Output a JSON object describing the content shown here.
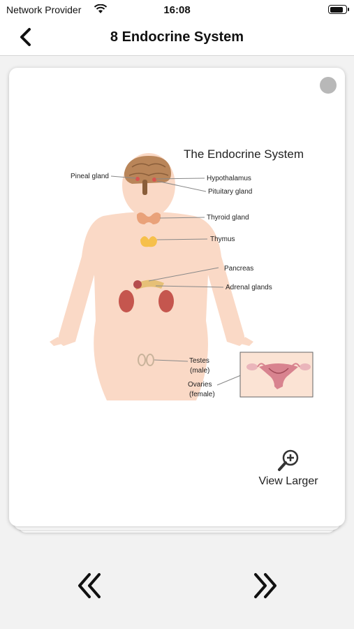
{
  "status_bar": {
    "carrier": "Network Provider",
    "time": "16:08",
    "battery_level": 0.9
  },
  "nav": {
    "title": "8 Endocrine System",
    "back_icon": "chevron-left-icon"
  },
  "card": {
    "diagram": {
      "title": "The Endocrine System",
      "labels": {
        "pineal": "Pineal gland",
        "hypothalamus": "Hypothalamus",
        "pituitary": "Pituitary gland",
        "thyroid": "Thyroid gland",
        "thymus": "Thymus",
        "pancreas": "Pancreas",
        "adrenal": "Adrenal glands",
        "testes_1": "Testes",
        "testes_2": "(male)",
        "ovaries_1": "Ovaries",
        "ovaries_2": "(female)"
      }
    },
    "view_larger": {
      "label": "View Larger",
      "icon": "zoom-in-icon"
    }
  },
  "navigation": {
    "prev_icon": "double-chevron-left-icon",
    "next_icon": "double-chevron-right-icon"
  },
  "colors": {
    "skin": "#fad9c6",
    "brain": "#b98559",
    "organ": "#c5564e",
    "gland": "#f4b183"
  }
}
